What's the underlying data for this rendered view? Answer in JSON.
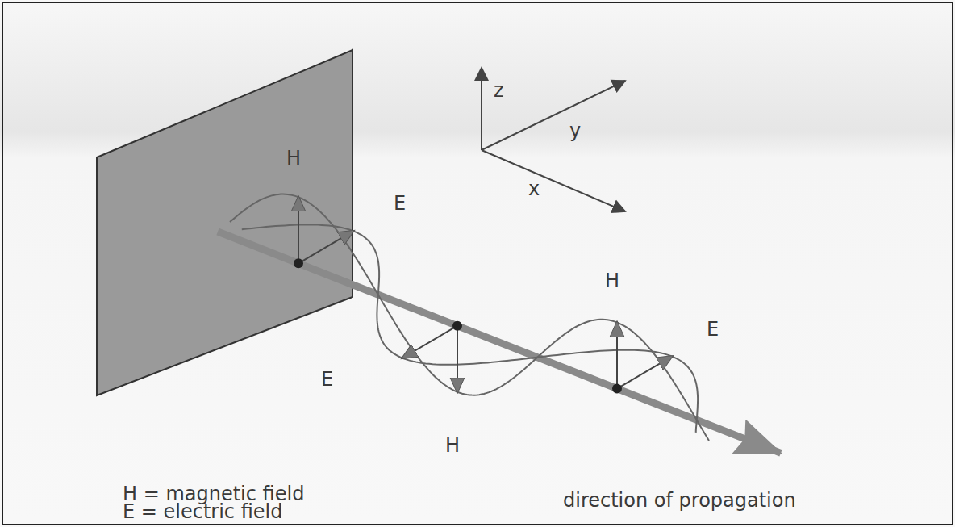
{
  "diagram": {
    "labels": [
      "z",
      "y",
      "x",
      "H",
      "E",
      "E",
      "H",
      "H",
      "E",
      "H = magnetic field",
      "E = electric field",
      "direction of propagation"
    ]
  }
}
